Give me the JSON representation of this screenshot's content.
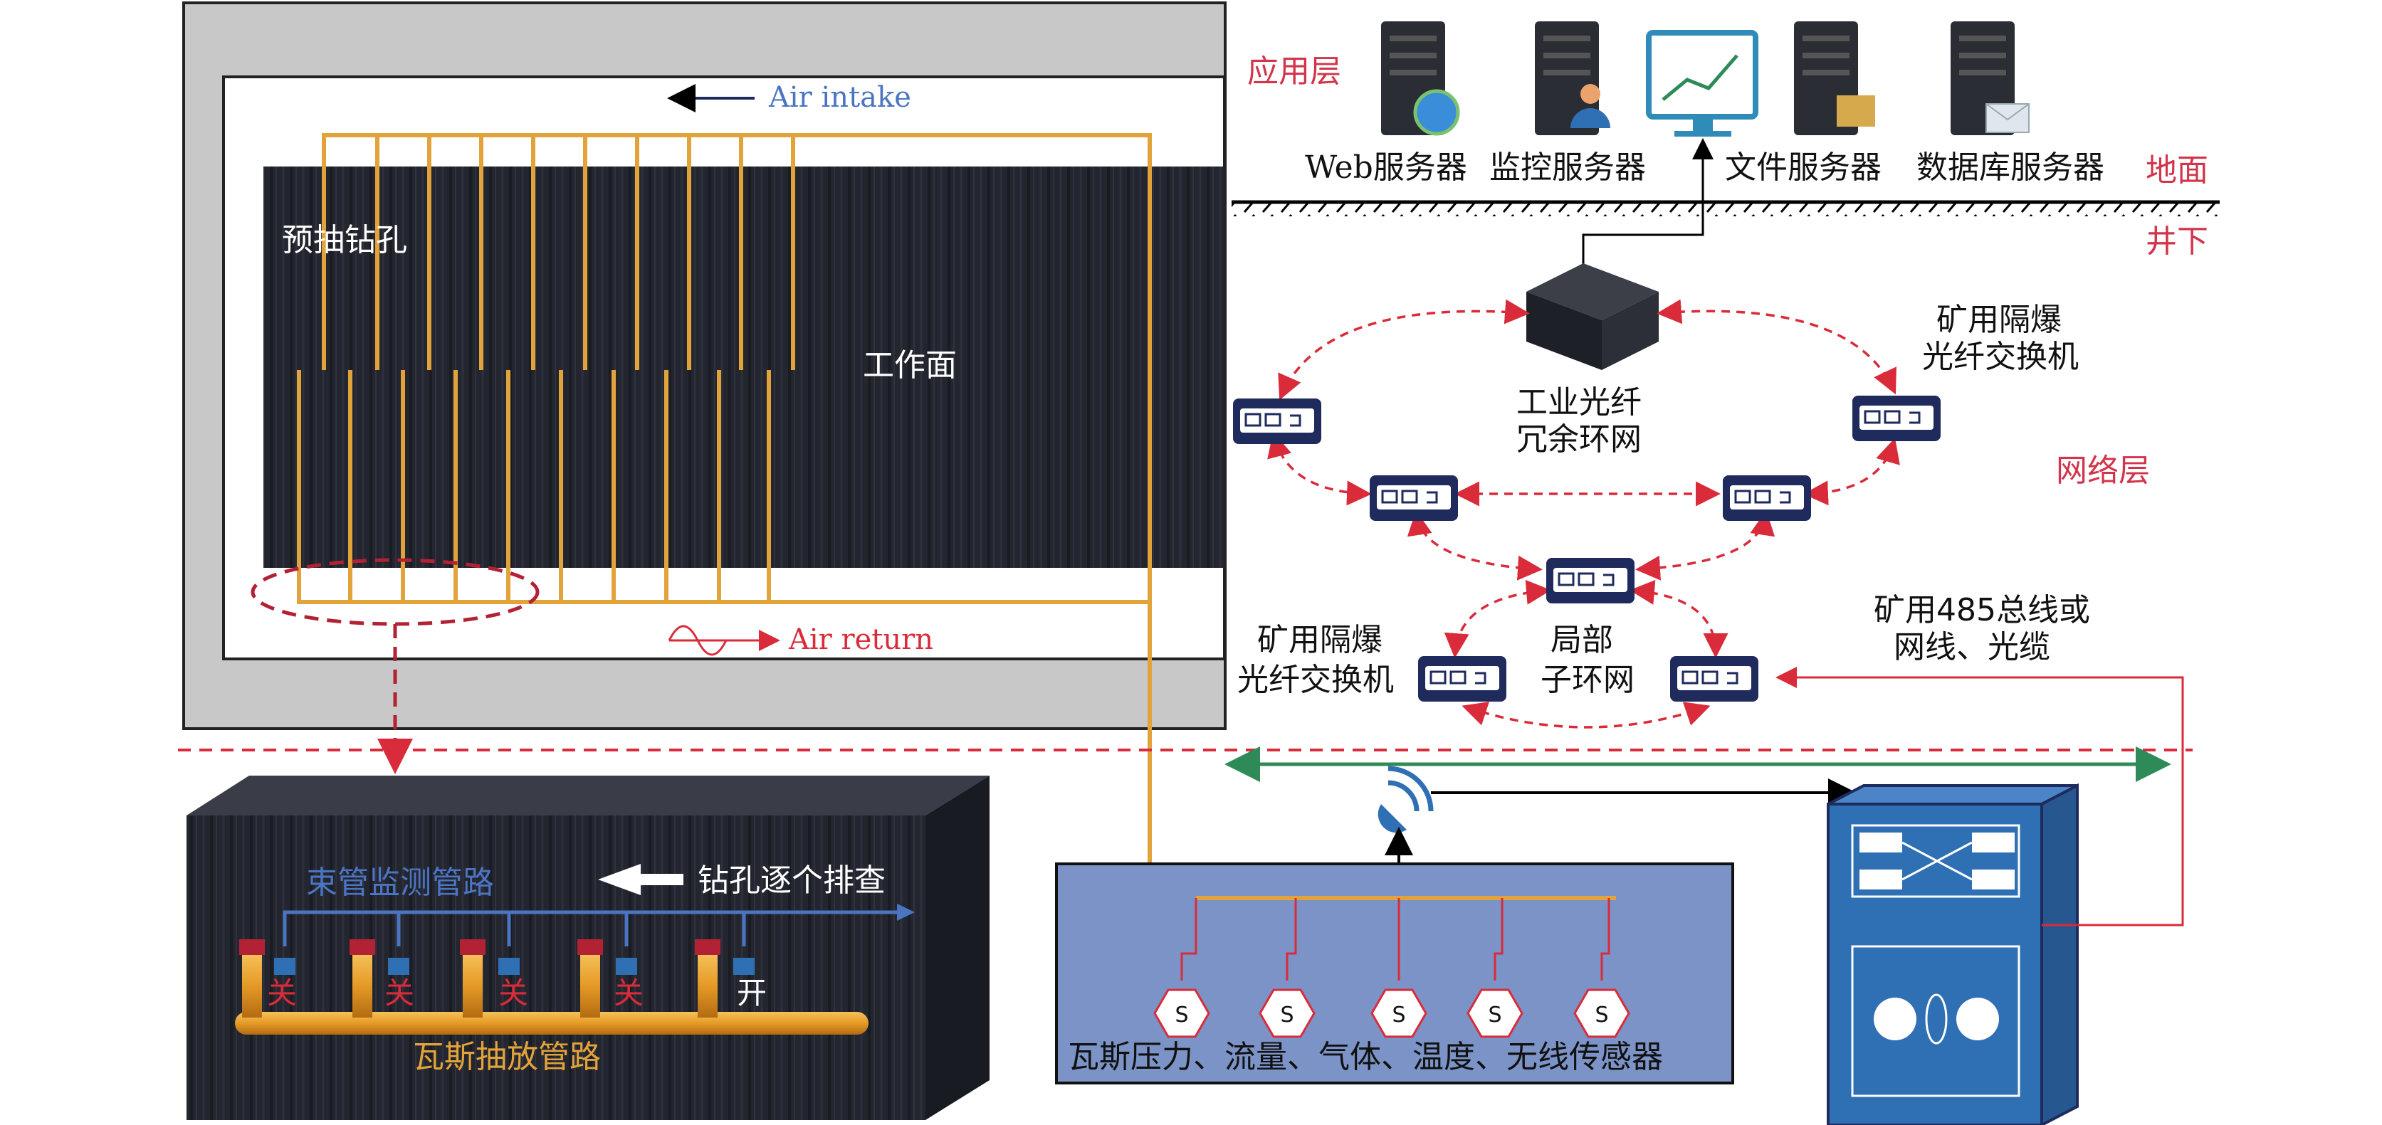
{
  "mine": {
    "air_intake": "Air intake",
    "air_return": "Air return",
    "predrain_label": "预抽钻孔",
    "working_face": "工作面"
  },
  "box": {
    "bundle_tube": "束管监测管路",
    "borehole_check": "钻孔逐个排查",
    "gas_pipe": "瓦斯抽放管路",
    "valves": [
      "关",
      "关",
      "关",
      "关",
      "开"
    ]
  },
  "sensors": {
    "label": "瓦斯压力、流量、气体、温度、无线传感器",
    "symbol": "S",
    "count": 5
  },
  "layers": {
    "application": "应用层",
    "ground": "地面",
    "underground": "井下",
    "network": "网络层"
  },
  "servers": [
    "Web服务器",
    "监控服务器",
    "文件服务器",
    "数据库服务器"
  ],
  "network": {
    "switch_label_top": [
      "矿用隔爆",
      "光纤交换机"
    ],
    "switch_label_bottom": [
      "矿用隔爆",
      "光纤交换机"
    ],
    "ring_label": [
      "工业光纤",
      "冗余环网"
    ],
    "subring_label": [
      "局部",
      "子环网"
    ],
    "bus_label": [
      "矿用485总线或",
      "网线、光缆"
    ]
  },
  "colors": {
    "coal": "#23252f",
    "orange": "#e3a33b",
    "red": "#d92b3a",
    "red_label": "#d2344b",
    "blue_label": "#4b75c2",
    "sensor_box": "#7b93c6",
    "cabinet": "#2f6fb3",
    "green": "#2e8b57",
    "navy": "#1f2b5c"
  }
}
